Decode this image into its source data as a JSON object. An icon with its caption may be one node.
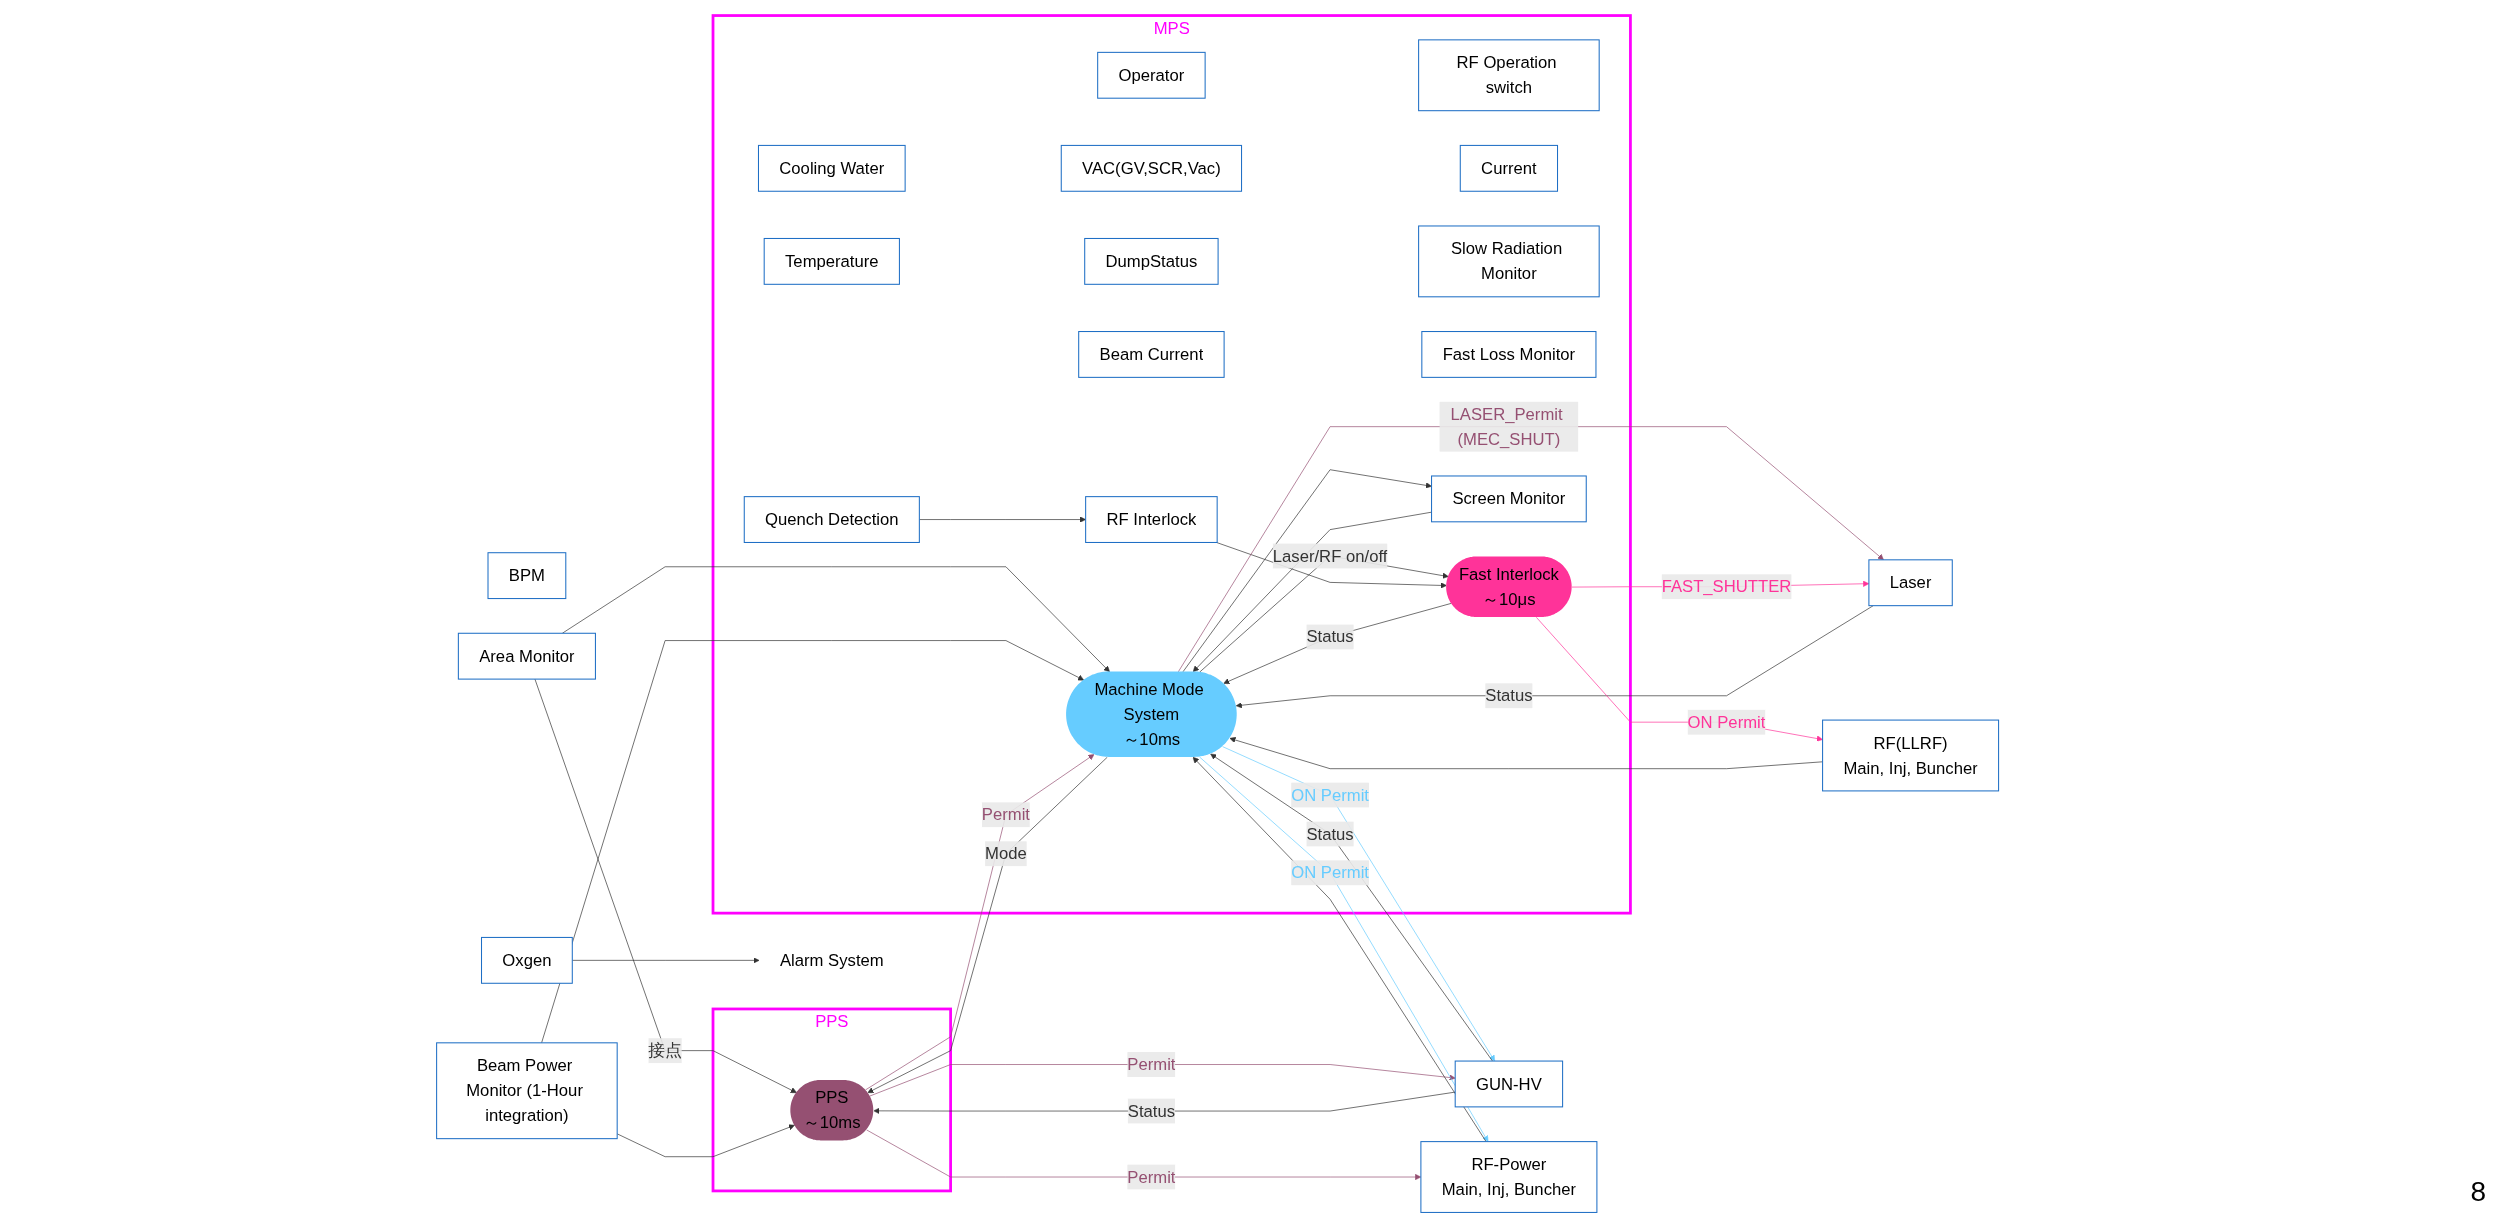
{
  "diagram": {
    "nodes": [
      {
        "text": [
          "PPS"
        ]
      },
      {
        "text": [
          "MPS"
        ]
      },
      {
        "text": [
          "Area Monitor"
        ]
      },
      {
        "text": [
          "Beam Power Monitor (1-Hour integration)"
        ]
      },
      {
        "text": [
          "Oxgen"
        ]
      },
      {
        "text": [
          "BPM"
        ]
      },
      {
        "text": [
          "Alarm System"
        ]
      },
      {
        "text": [
          "PPS",
          "～10ms"
        ],
        "in": 0
      },
      {
        "text": [
          "Operator"
        ],
        "in": 1
      },
      {
        "text": [
          "RF Operation switch"
        ],
        "in": 1
      },
      {
        "text": [
          "Cooling Water"
        ],
        "in": 1
      },
      {
        "text": [
          "VAC(GV,SCR,Vac)"
        ],
        "in": 1
      },
      {
        "text": [
          "Current"
        ],
        "in": 1
      },
      {
        "text": [
          "Temperature"
        ],
        "in": 1
      },
      {
        "text": [
          "DumpStatus"
        ],
        "in": 1
      },
      {
        "text": [
          "Slow Radiation Monitor"
        ],
        "in": 1
      },
      {
        "text": [
          "Screen Monitor"
        ],
        "in": 1
      },
      {
        "text": [
          "Beam Current"
        ],
        "in": 1
      },
      {
        "text": [
          "Machine Mode System",
          "～10ms"
        ],
        "in": 1
      },
      {
        "text": [
          "Fast Loss Monitor"
        ],
        "in": 1
      },
      {
        "text": [
          "RF Interlock"
        ],
        "in": 1
      },
      {
        "text": [
          "Fast Interlock",
          "～10μs"
        ],
        "in": 1
      },
      {
        "text": [
          "Quench Detection"
        ],
        "in": 1
      },
      {
        "text": [
          "GUN-HV"
        ]
      },
      {
        "text": [
          "RF-Power",
          "Main, Inj, Buncher"
        ]
      },
      {
        "text": [
          "Laser"
        ]
      },
      {
        "text": [
          "RF(LLRF)",
          "Main, Inj, Buncher"
        ]
      }
    ],
    "edges": [
      {
        "from": 2,
        "to": 7,
        "arrow": "to",
        "label": "接点"
      },
      {
        "from": 2,
        "to": 18,
        "arrow": "to"
      },
      {
        "from": 3,
        "to": 7,
        "arrow": "to"
      },
      {
        "from": 3,
        "to": 18,
        "arrow": "to"
      },
      {
        "from": 4,
        "to": 6,
        "arrow": "to"
      },
      {
        "from": 16,
        "to": 18,
        "arrow": "to"
      },
      {
        "from": 18,
        "to": 16,
        "arrow": "to"
      },
      {
        "from": 7,
        "to": 18,
        "arrow": "to",
        "label": "Permit",
        "color": "#955072"
      },
      {
        "from": 18,
        "to": 7,
        "arrow": "to",
        "label": "Mode"
      },
      {
        "from": 18,
        "to": 21,
        "arrow": "to",
        "label": "Laser/RF on/off"
      },
      {
        "from": 21,
        "to": 18,
        "arrow": "to",
        "label": "Status"
      },
      {
        "from": 20,
        "to": 21,
        "arrow": "to"
      },
      {
        "from": 22,
        "to": 20,
        "arrow": "to"
      },
      {
        "from": 7,
        "to": 23,
        "arrow": "to",
        "label": "Permit",
        "color": "#955072"
      },
      {
        "from": 23,
        "to": 7,
        "arrow": "to",
        "label": "Status"
      },
      {
        "from": 7,
        "to": 24,
        "arrow": "to",
        "label": "Permit",
        "color": "#955072"
      },
      {
        "from": 18,
        "to": 23,
        "arrow": "to",
        "label": "ON Permit",
        "color": "#66ccff"
      },
      {
        "from": 23,
        "to": 18,
        "arrow": "to",
        "label": "Status"
      },
      {
        "from": 18,
        "to": 24,
        "arrow": "to",
        "label": "ON Permit",
        "color": "#66ccff"
      },
      {
        "from": 24,
        "to": 18,
        "arrow": "to"
      },
      {
        "from": 25,
        "to": 18,
        "arrow": "to",
        "label": "Status"
      },
      {
        "from": 18,
        "to": 25,
        "arrow": "to",
        "label": "LASER_Permit (MEC_SHUT)",
        "color": "#955072"
      },
      {
        "from": 26,
        "to": 18,
        "arrow": "to"
      },
      {
        "from": 21,
        "to": 25,
        "arrow": "to",
        "label": "FAST_SHUTTER",
        "color": "#ff3399"
      },
      {
        "from": 21,
        "to": 26,
        "arrow": "to",
        "label": "ON Permit",
        "color": "#ff3399"
      }
    ],
    "labels": [
      "8"
    ]
  }
}
